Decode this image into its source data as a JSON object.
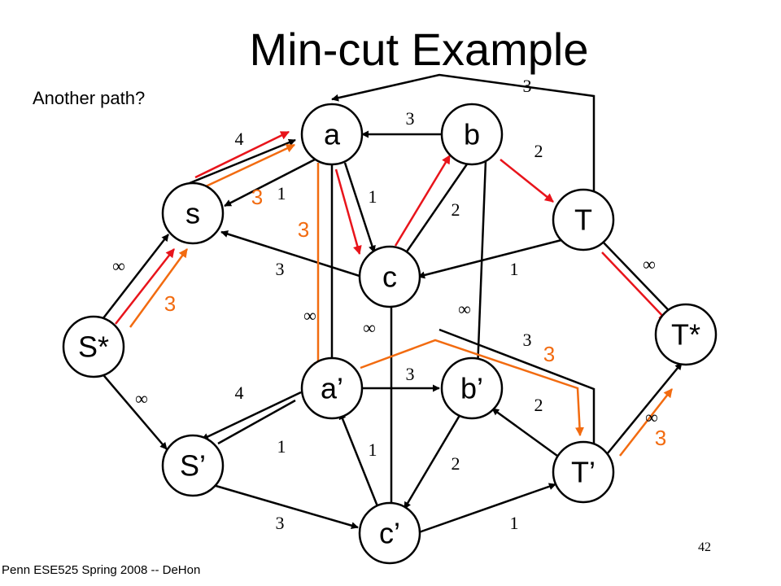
{
  "title": "Min-cut Example",
  "subtitle": "Another path?",
  "footer": "Penn ESE525 Spring 2008 -- DeHon",
  "page_number": "42",
  "nodes": {
    "a": "a",
    "b": "b",
    "s": "s",
    "T": "T",
    "c": "c",
    "Sstar": "S*",
    "Tstar": "T*",
    "a2": "a’",
    "b2": "b’",
    "S2": "S’",
    "T2": "T’",
    "c2": "c’"
  },
  "capacities": {
    "top_loop": "3",
    "b_to_a": "3",
    "s_to_a": "4",
    "b_to_T": "2",
    "a_to_s": "1",
    "a_to_c": "1",
    "c_to_b": "2",
    "c_to_s": "3",
    "T_to_c": "1",
    "Sstar_to_s": "∞",
    "T_to_Tstar": "∞",
    "a_to_a2": "∞",
    "c_to_c2": "∞",
    "b_to_b2": "∞",
    "top_loop2": "3",
    "a2_to_b2": "3",
    "S2_to_a2": "4",
    "T2_to_b2": "2",
    "Sstar_to_S2": "∞",
    "T2_to_Tstar": "∞",
    "a2_to_S2": "1",
    "c2_to_a2": "1",
    "b2_to_c2": "2",
    "S2_to_c2": "3",
    "c2_to_T2": "1"
  },
  "flows": {
    "s_to_a": "3",
    "a_to_a2": "3",
    "Sstar_to_s": "3",
    "loop2": "3",
    "T2_to_Tstar": "3"
  },
  "colors": {
    "path_red": "#e8141b",
    "path_orange": "#f26b10",
    "edge": "#000000"
  }
}
